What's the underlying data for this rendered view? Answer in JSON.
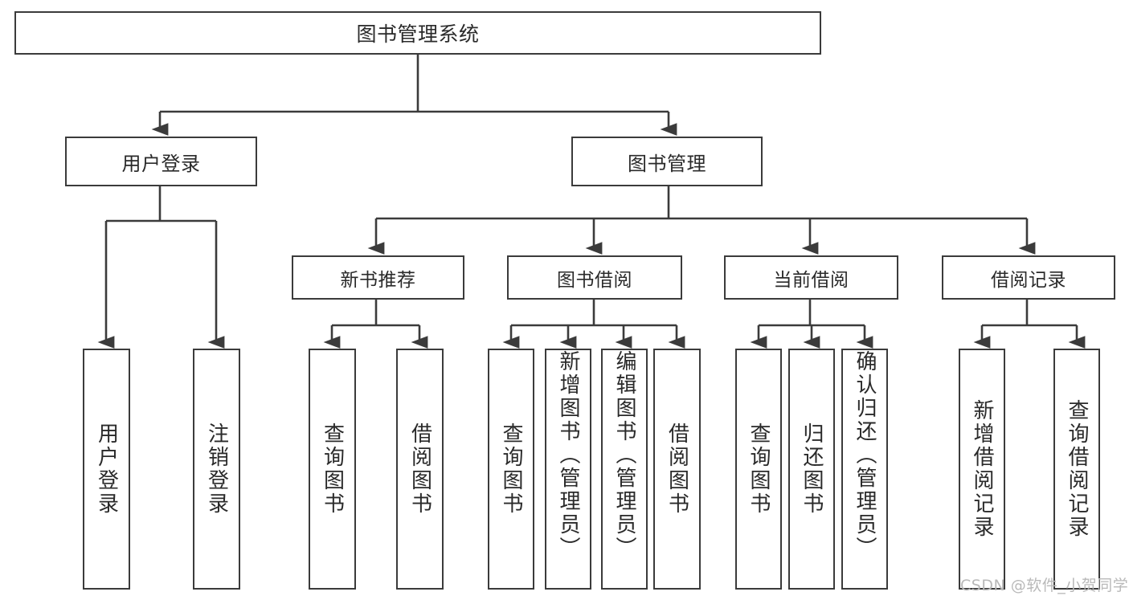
{
  "diagram": {
    "type": "hierarchy-tree",
    "title": "图书管理系统",
    "root": {
      "id": "root",
      "label": "图书管理系统"
    },
    "level2": [
      {
        "id": "user-login",
        "label": "用户登录"
      },
      {
        "id": "book-management",
        "label": "图书管理"
      }
    ],
    "level3": [
      {
        "id": "new-book-recommend",
        "label": "新书推荐",
        "parent": "book-management"
      },
      {
        "id": "book-borrow",
        "label": "图书借阅",
        "parent": "book-management"
      },
      {
        "id": "current-borrow",
        "label": "当前借阅",
        "parent": "book-management"
      },
      {
        "id": "borrow-record",
        "label": "借阅记录",
        "parent": "book-management"
      }
    ],
    "leaves": [
      {
        "id": "leaf-user-login",
        "label": "用户登录",
        "parent": "user-login",
        "align": "center"
      },
      {
        "id": "leaf-logout-login",
        "label": "注销登录",
        "parent": "user-login",
        "align": "center"
      },
      {
        "id": "leaf-query-book-1",
        "label": "查询图书",
        "parent": "new-book-recommend",
        "align": "center"
      },
      {
        "id": "leaf-borrow-book-1",
        "label": "借阅图书",
        "parent": "new-book-recommend",
        "align": "center"
      },
      {
        "id": "leaf-query-book-2",
        "label": "查询图书",
        "parent": "book-borrow",
        "align": "center"
      },
      {
        "id": "leaf-add-book-admin",
        "label": "新增图书（管理员）",
        "parent": "book-borrow",
        "align": "top"
      },
      {
        "id": "leaf-edit-book-admin",
        "label": "编辑图书（管理员）",
        "parent": "book-borrow",
        "align": "top"
      },
      {
        "id": "leaf-borrow-book-2",
        "label": "借阅图书",
        "parent": "book-borrow",
        "align": "center"
      },
      {
        "id": "leaf-query-book-3",
        "label": "查询图书",
        "parent": "current-borrow",
        "align": "center"
      },
      {
        "id": "leaf-return-book",
        "label": "归还图书",
        "parent": "current-borrow",
        "align": "center"
      },
      {
        "id": "leaf-confirm-return-admin",
        "label": "确认归还（管理员）",
        "parent": "current-borrow",
        "align": "top"
      },
      {
        "id": "leaf-add-borrow-record",
        "label": "新增借阅记录",
        "parent": "borrow-record",
        "align": "center"
      },
      {
        "id": "leaf-query-borrow-record",
        "label": "查询借阅记录",
        "parent": "borrow-record",
        "align": "center"
      }
    ]
  },
  "watermark": {
    "text": "CSDN @软件_小贺同学"
  },
  "colors": {
    "stroke": "#3b3b3b",
    "background": "#ffffff",
    "text": "#2a2a2a",
    "watermark": "#b9b9b9"
  }
}
